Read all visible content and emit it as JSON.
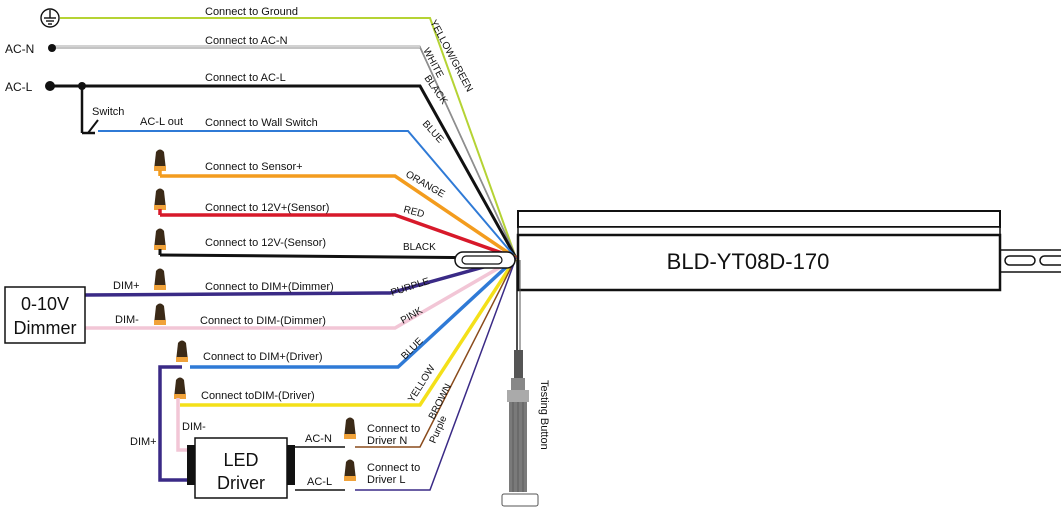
{
  "terminals": {
    "ac_n": "AC-N",
    "ac_l": "AC-L"
  },
  "switch": {
    "label": "Switch",
    "out_label": "AC-L out"
  },
  "connections": {
    "ground": "Connect to Ground",
    "ac_n": "Connect to AC-N",
    "ac_l": "Connect to AC-L",
    "wall_switch": "Connect to Wall Switch",
    "sensor_plus": "Connect to  Sensor+",
    "v12_plus": "Connect to  12V+(Sensor)",
    "v12_minus": "Connect to  12V-(Sensor)",
    "dim_plus_dimmer": "Connect to DIM+(Dimmer)",
    "dim_minus_dimmer": "Connect to DIM-(Dimmer)",
    "dim_plus_driver": "Connect to DIM+(Driver)",
    "dim_minus_driver": "Connect toDIM-(Driver)",
    "driver_n_1": "Connect to",
    "driver_n_2": "Driver N",
    "driver_l_1": "Connect to",
    "driver_l_2": "Driver L"
  },
  "wire_colors": {
    "yellow_green": "YELLOW/GREEN",
    "white": "WHITE",
    "black_top": "BLACK",
    "blue_top": "BLUE",
    "orange": "ORANGE",
    "red": "RED",
    "black_mid": "BLACK",
    "purple": "PURPLE",
    "pink": "PINK",
    "blue_mid": "BLUE",
    "yellow": "YELLOW",
    "brown": "BROWN",
    "purple_low": "Purple"
  },
  "dimmer": {
    "line1": "0-10V",
    "line2": "Dimmer",
    "dim_plus": "DIM+",
    "dim_minus": "DIM-"
  },
  "led_driver": {
    "line1": "LED",
    "line2": "Driver",
    "dim_minus": "DIM-",
    "dim_plus": "DIM+",
    "ac_n": "AC-N",
    "ac_l": "AC-L"
  },
  "device": {
    "model": "BLD-YT08D-170"
  },
  "testing_button": "Testing Button",
  "colors": {
    "yellow_green": "#b5d334",
    "orange": "#f39c1e",
    "red": "#d7192a",
    "purple": "#3a2a86",
    "pink": "#f2c6d6",
    "blue": "#2f7ad6",
    "yellow": "#f4e019",
    "brown": "#8a4b1c",
    "cap": "#3b2a17",
    "cap_band": "#f0a23a"
  }
}
